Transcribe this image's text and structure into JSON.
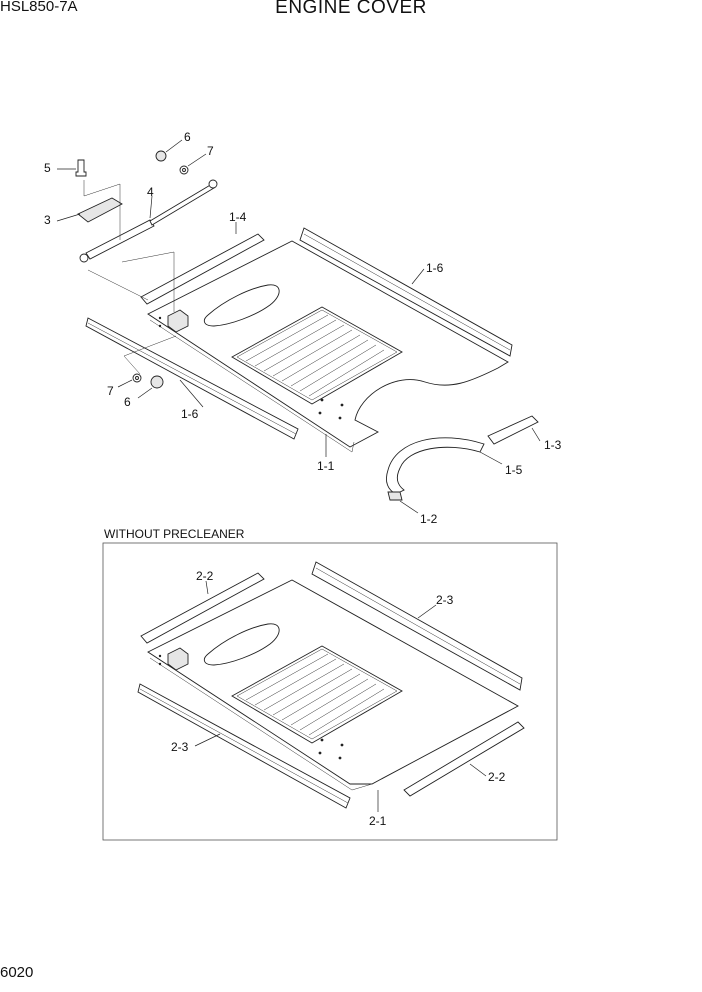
{
  "header": {
    "model": "HSL850-7A",
    "title": "ENGINE COVER"
  },
  "footer": {
    "page_number": "6020"
  },
  "subassembly": {
    "label": "WITHOUT PRECLEANER"
  },
  "callouts": {
    "c1": "5",
    "c2": "6",
    "c3": "7",
    "c4": "4",
    "c5": "3",
    "c6": "1-4",
    "c7": "1-6",
    "c8": "7",
    "c9": "6",
    "c10": "1-6",
    "c11": "1-1",
    "c12": "1-3",
    "c13": "1-5",
    "c14": "1-2",
    "c15": "2-2",
    "c16": "2-3",
    "c17": "2-3",
    "c18": "2-2",
    "c19": "2-1"
  }
}
